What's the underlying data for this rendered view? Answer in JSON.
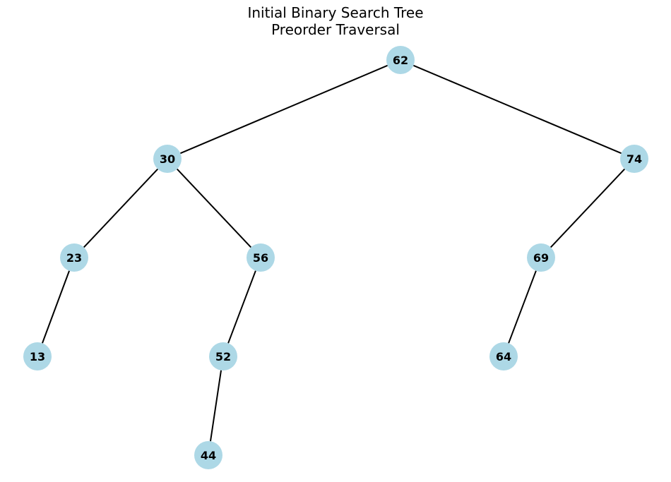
{
  "title": [
    "Initial Binary Search Tree",
    "Preorder Traversal"
  ],
  "node_color": "#add8e6",
  "edge_color": "#000000",
  "tree": {
    "type": "binary-search-tree",
    "root": "62",
    "nodes": [
      {
        "id": "62",
        "label": "62",
        "depth": 0
      },
      {
        "id": "30",
        "label": "30",
        "depth": 1
      },
      {
        "id": "74",
        "label": "74",
        "depth": 1
      },
      {
        "id": "23",
        "label": "23",
        "depth": 2
      },
      {
        "id": "56",
        "label": "56",
        "depth": 2
      },
      {
        "id": "69",
        "label": "69",
        "depth": 2
      },
      {
        "id": "13",
        "label": "13",
        "depth": 3
      },
      {
        "id": "52",
        "label": "52",
        "depth": 3
      },
      {
        "id": "64",
        "label": "64",
        "depth": 3
      },
      {
        "id": "44",
        "label": "44",
        "depth": 4
      }
    ],
    "edges": [
      {
        "from": "62",
        "to": "30"
      },
      {
        "from": "62",
        "to": "74"
      },
      {
        "from": "30",
        "to": "23"
      },
      {
        "from": "30",
        "to": "56"
      },
      {
        "from": "23",
        "to": "13"
      },
      {
        "from": "56",
        "to": "52"
      },
      {
        "from": "52",
        "to": "44"
      },
      {
        "from": "74",
        "to": "69"
      },
      {
        "from": "69",
        "to": "64"
      }
    ]
  }
}
